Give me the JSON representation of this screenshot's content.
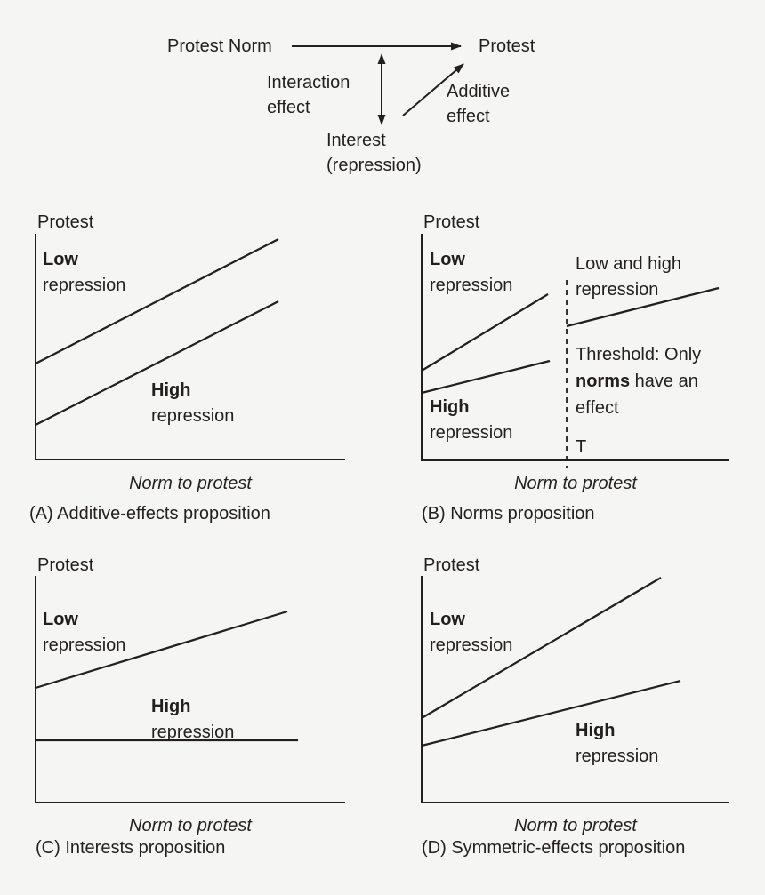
{
  "colors": {
    "background": "#f5f5f4",
    "ink": "#231f20"
  },
  "top_diagram": {
    "protest_norm": "Protest Norm",
    "protest": "Protest",
    "interaction_line1": "Interaction",
    "interaction_line2": "effect",
    "additive_line1": "Additive",
    "additive_line2": "effect",
    "interest_line1": "Interest",
    "interest_line2": "(repression)"
  },
  "panels": [
    {
      "letter": "A",
      "y_label": "Protest",
      "x_label": "Norm to protest",
      "caption": "(A) Additive-effects proposition",
      "low_bold": "Low",
      "low_rest": "repression",
      "high_bold": "High",
      "high_rest": "repression"
    },
    {
      "letter": "B",
      "y_label": "Protest",
      "x_label": "Norm to protest",
      "caption": "(B) Norms proposition",
      "low_bold": "Low",
      "low_rest": "repression",
      "high_bold": "High",
      "high_rest": "repression",
      "right_line1": "Low and high",
      "right_line2": "repression",
      "threshold_line1": "Threshold: Only",
      "threshold_bold": "norms",
      "threshold_line2_rest": " have an",
      "threshold_line3": "effect",
      "t_label": "T"
    },
    {
      "letter": "C",
      "y_label": "Protest",
      "x_label": "Norm to protest",
      "caption": "(C) Interests proposition",
      "low_bold": "Low",
      "low_rest": "repression",
      "high_bold": "High",
      "high_rest": "repression"
    },
    {
      "letter": "D",
      "y_label": "Protest",
      "x_label": "Norm to protest",
      "caption": "(D) Symmetric-effects proposition",
      "low_bold": "Low",
      "low_rest": "repression",
      "high_bold": "High",
      "high_rest": "repression"
    }
  ]
}
